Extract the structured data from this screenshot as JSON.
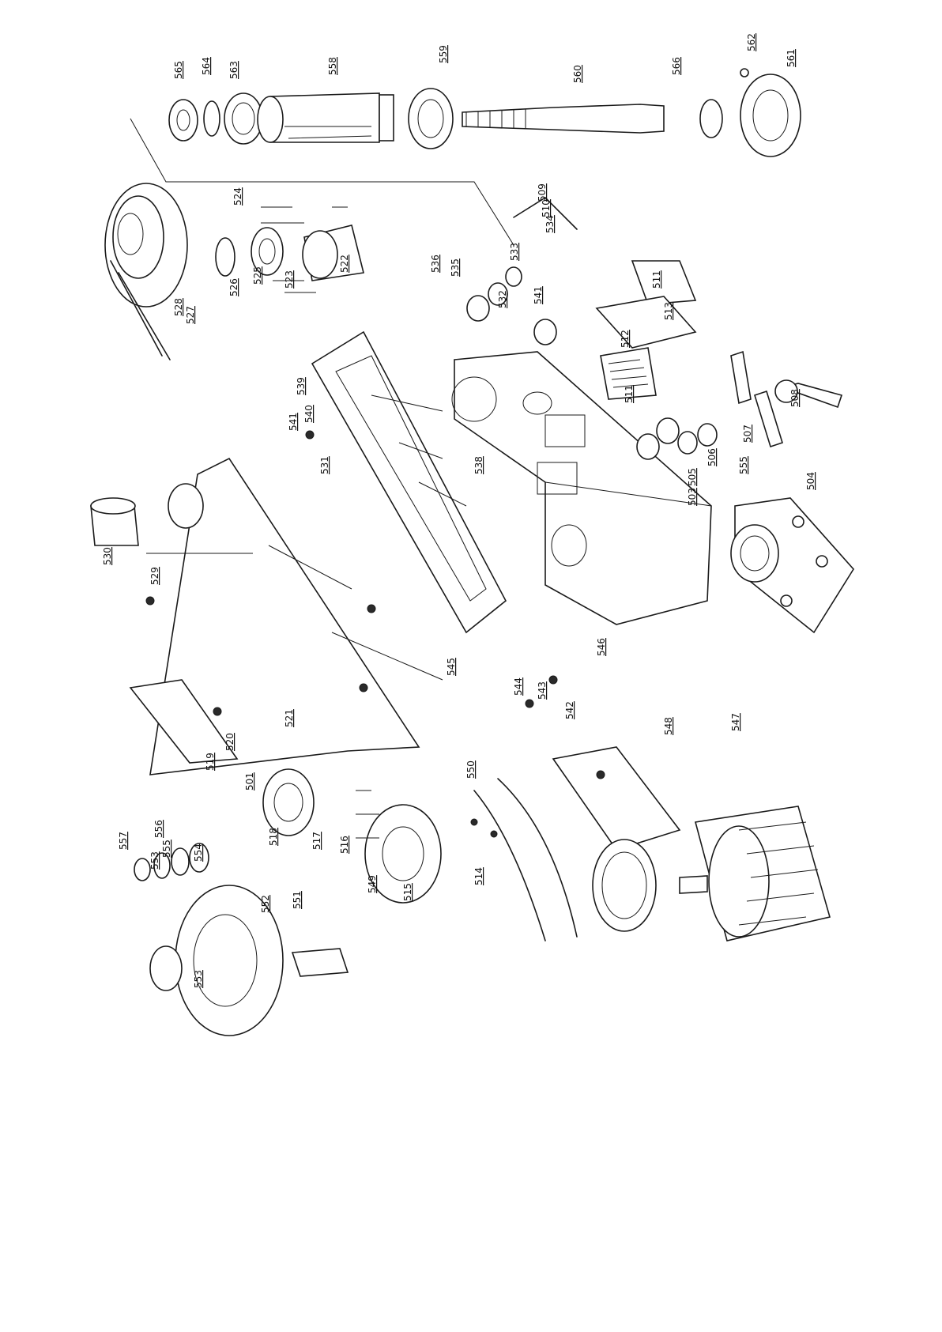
{
  "part_labels": [
    "501",
    "503",
    "504",
    "505",
    "506",
    "507",
    "508",
    "509",
    "510",
    "511",
    "511",
    "512",
    "513",
    "514",
    "515",
    "516",
    "517",
    "518",
    "519",
    "520",
    "521",
    "522",
    "523",
    "524",
    "525",
    "526",
    "527",
    "528",
    "529",
    "530",
    "531",
    "532",
    "533",
    "534",
    "535",
    "536",
    "538",
    "539",
    "540",
    "541",
    "541",
    "542",
    "543",
    "544",
    "545",
    "546",
    "547",
    "548",
    "549",
    "550",
    "551",
    "552",
    "553",
    "553",
    "554",
    "555",
    "555",
    "556",
    "557",
    "558",
    "559",
    "560",
    "561",
    "562",
    "563",
    "564",
    "565",
    "566"
  ]
}
